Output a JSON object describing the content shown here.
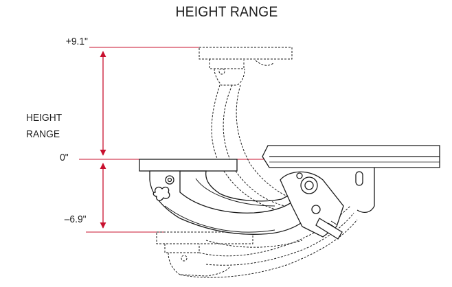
{
  "title": "HEIGHT RANGE",
  "side_label": {
    "line1": "HEIGHT",
    "line2": "RANGE"
  },
  "levels": {
    "top": "+9.1\"",
    "zero": "0\"",
    "bottom": "–6.9\""
  },
  "colors": {
    "accent": "#c8102e",
    "line": "#1a1a1a",
    "tray": "#d9d9d9"
  }
}
